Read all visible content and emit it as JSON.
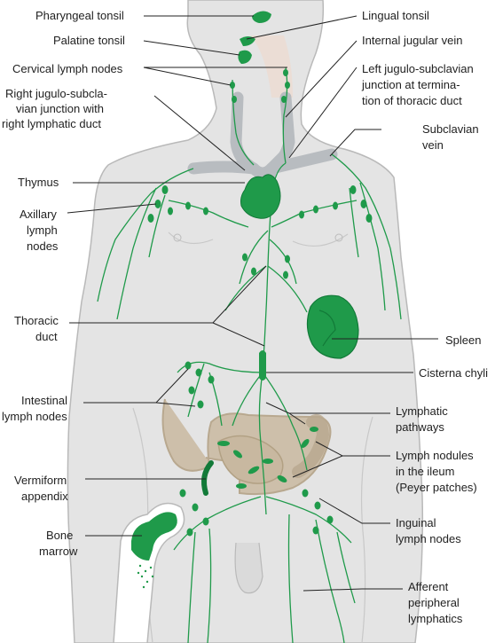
{
  "colors": {
    "body_fill": "#e4e4e4",
    "body_outline": "#b9b9b9",
    "lymph_green": "#1f9a4a",
    "organ_dark": "#127a38",
    "vein_gray": "#b8bcc0",
    "intestine": "#cdbfaa",
    "leader_line": "#222222"
  },
  "labels": {
    "pharyngeal_tonsil": "Pharyngeal tonsil",
    "palatine_tonsil": "Palatine tonsil",
    "cervical_lymph_nodes": "Cervical lymph nodes",
    "right_jugulo_line1": "Right jugulo-subcla-",
    "right_jugulo_line2": "vian junction with",
    "right_jugulo_line3": "right  lymphatic duct",
    "thymus": "Thymus",
    "axillary_line1": "Axillary",
    "axillary_line2": "lymph",
    "axillary_line3": "nodes",
    "thoracic_line1": "Thoracic",
    "thoracic_line2": "duct",
    "intestinal_line1": "Intestinal",
    "intestinal_line2": "lymph nodes",
    "vermiform_line1": "Vermiform",
    "vermiform_line2": "appendix",
    "bone_marrow_line1": "Bone",
    "bone_marrow_line2": "marrow",
    "lingual_tonsil": "Lingual tonsil",
    "internal_jugular_vein": "Internal jugular vein",
    "left_jugulo_line1": "Left jugulo-subclavian",
    "left_jugulo_line2": "junction at termina-",
    "left_jugulo_line3": "tion of thoracic duct",
    "subclavian_line1": "Subclavian",
    "subclavian_line2": "vein",
    "spleen": "Spleen",
    "cisterna_chyli": "Cisterna chyli",
    "lymphatic_pathways_line1": "Lymphatic",
    "lymphatic_pathways_line2": "pathways",
    "peyer_line1": "Lymph nodules",
    "peyer_line2": "in the ileum",
    "peyer_line3": "(Peyer patches)",
    "inguinal_line1": "Inguinal",
    "inguinal_line2": "lymph nodes",
    "afferent_line1": "Afferent",
    "afferent_line2": "peripheral",
    "afferent_line3": "lymphatics"
  }
}
